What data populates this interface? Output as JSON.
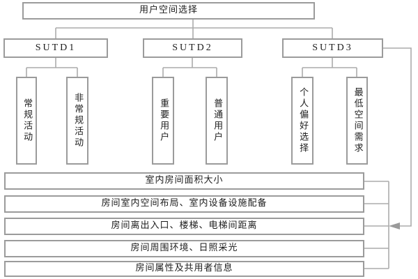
{
  "root": {
    "label": "用户空间选择"
  },
  "branches": [
    {
      "label": "SUTD1",
      "children": [
        {
          "label": "常规活动"
        },
        {
          "label": "非常规活动"
        }
      ]
    },
    {
      "label": "SUTD2",
      "children": [
        {
          "label": "重要用户"
        },
        {
          "label": "普通用户"
        }
      ]
    },
    {
      "label": "SUTD3",
      "children": [
        {
          "label": "个人偏好选择"
        },
        {
          "label": "最低空间需求"
        }
      ]
    }
  ],
  "criteria_rows": [
    {
      "label": "室内房间面积大小"
    },
    {
      "label": "房间室内空间布局、室内设备设施配备"
    },
    {
      "label": "房间离出入口、楼梯、电梯间距离"
    },
    {
      "label": "房间周围环境、日照采光"
    },
    {
      "label": "房间属性及共用者信息"
    }
  ],
  "colors": {
    "background": "#ffffff",
    "box_border": "#9b9b9b",
    "connector_line": "#ababab",
    "arrow_fill": "#9a9a9a",
    "text": "#1c1c1c"
  }
}
